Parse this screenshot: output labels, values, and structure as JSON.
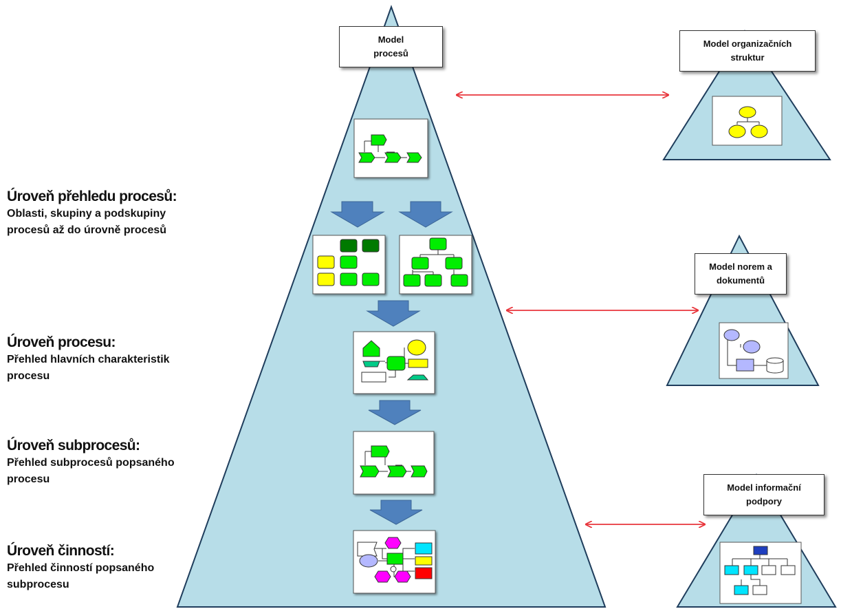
{
  "main_model": {
    "title_line1": "Model",
    "title_line2": "procesů"
  },
  "levels": [
    {
      "title": "Úroveň přehledu procesů:",
      "desc_lines": [
        "Oblasti, skupiny a podskupiny",
        "procesů až do úrovně procesů"
      ]
    },
    {
      "title": "Úroveň procesu:",
      "desc_lines": [
        "Přehled hlavních charakteristik",
        "procesu"
      ]
    },
    {
      "title": "Úroveň subprocesů:",
      "desc_lines": [
        "Přehled subprocesů popsaného",
        "procesu"
      ]
    },
    {
      "title": "Úroveň činností:",
      "desc_lines": [
        "Přehled činností popsaného",
        "subprocesu"
      ]
    }
  ],
  "side_models": [
    {
      "line1": "Model organizačních",
      "line2": "struktur"
    },
    {
      "line1": "Model norem a",
      "line2": "dokumentů"
    },
    {
      "line1": "Model informační",
      "line2": "podpory"
    }
  ],
  "colors": {
    "pyramid_fill": "#b7dde8",
    "pyramid_stroke": "#1f3d5c",
    "arrow_blue": "#4f81bd",
    "link_red": "#e8353b",
    "shape_green": "#00ee00",
    "shape_dark_green": "#007a00",
    "shape_yellow": "#ffff00",
    "shape_magenta": "#ff00ff",
    "shape_cyan": "#00e5ff",
    "shape_red": "#ff0000",
    "shape_lavender": "#b4b8ff",
    "shape_navy": "#1f3fbf"
  }
}
